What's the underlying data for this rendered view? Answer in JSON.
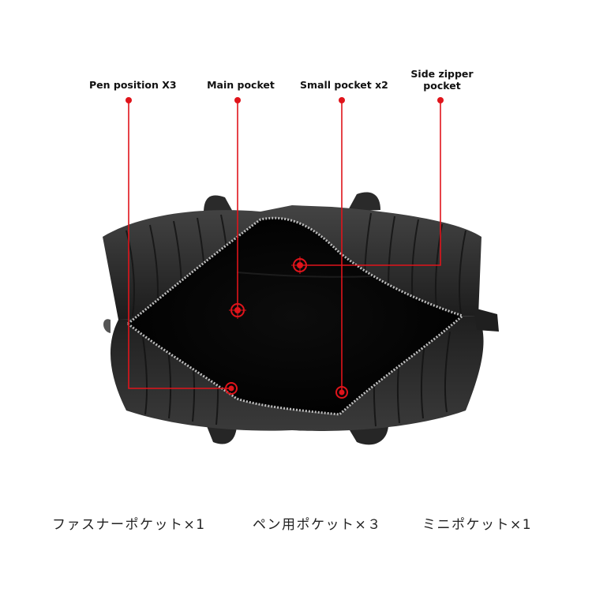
{
  "callouts": [
    {
      "id": "pen",
      "label": "Pen position X3"
    },
    {
      "id": "main",
      "label": "Main pocket"
    },
    {
      "id": "small",
      "label": "Small pocket x2"
    },
    {
      "id": "side",
      "label": "Side zipper pocket"
    }
  ],
  "captions": [
    "ファスナーポケット×1",
    "ペン用ポケット×３",
    "ミニポケット×1"
  ],
  "colors": {
    "accent": "#e0141b",
    "bag_leather": "#2b2b2b",
    "bag_interior": "#050505",
    "zipper": "#b9b9b9",
    "background": "#ffffff"
  }
}
